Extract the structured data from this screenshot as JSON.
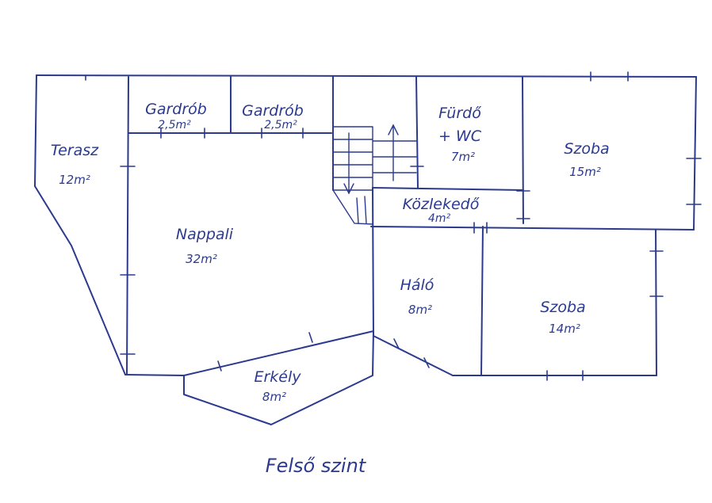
{
  "title": "Felső szint",
  "rooms": [
    {
      "id": "terasz",
      "name": "Terasz",
      "area": "12m²"
    },
    {
      "id": "gardrob-1",
      "name": "Gardrób",
      "area": "2,5m²"
    },
    {
      "id": "gardrob-2",
      "name": "Gardrób",
      "area": "2,5m²"
    },
    {
      "id": "furdo",
      "name": "Fürdő",
      "name2": "+ WC",
      "area": "7m²"
    },
    {
      "id": "szoba-1",
      "name": "Szoba",
      "area": "15m²"
    },
    {
      "id": "kozlekedo",
      "name": "Közlekedő",
      "area": "4m²"
    },
    {
      "id": "nappali",
      "name": "Nappali",
      "area": "32m²"
    },
    {
      "id": "halo",
      "name": "Háló",
      "area": "8m²"
    },
    {
      "id": "szoba-2",
      "name": "Szoba",
      "area": "14m²"
    },
    {
      "id": "erkely",
      "name": "Erkély",
      "area": "8m²"
    }
  ]
}
